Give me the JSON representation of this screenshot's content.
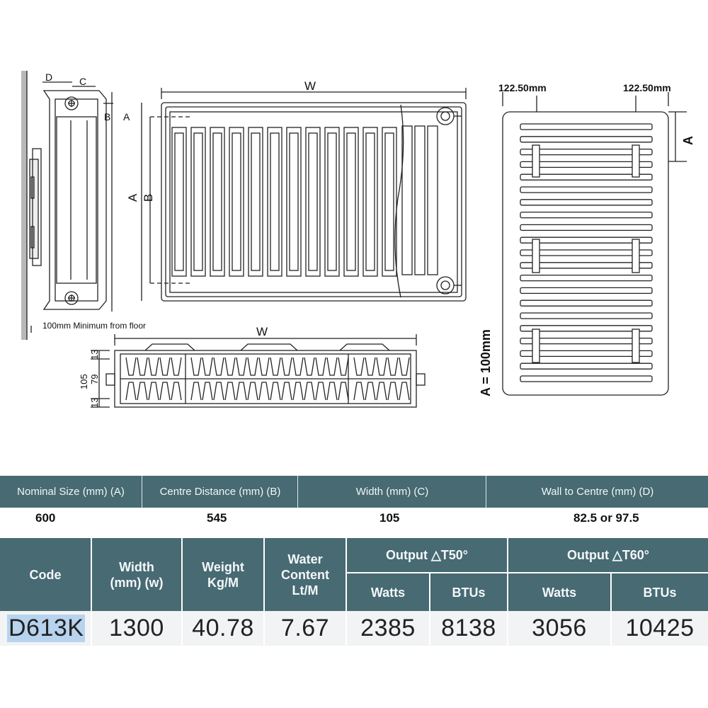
{
  "diagram": {
    "side_view": {
      "label_d": "D",
      "label_c": "C",
      "label_b": "B",
      "label_a": "A",
      "floor_note": "100mm Minimum from floor"
    },
    "front_view": {
      "label_w": "W",
      "label_a": "A",
      "label_b": "B"
    },
    "top_view": {
      "label_w": "W",
      "dim_105": "105",
      "dim_79": "79",
      "dim_13_top": "13",
      "dim_13_bottom": "13"
    },
    "bracket_view": {
      "left_offset": "122.50mm",
      "right_offset": "122.50mm",
      "label_a": "A",
      "a_note": "A = 100mm"
    }
  },
  "dimensions": {
    "headers": [
      "Nominal Size (mm) (A)",
      "Centre Distance (mm) (B)",
      "Width (mm) (C)",
      "Wall to Centre (mm) (D)"
    ],
    "values": [
      "600",
      "545",
      "105",
      "82.5 or 97.5"
    ]
  },
  "spec_table": {
    "headers": {
      "code": "Code",
      "width": "Width\n(mm) (w)",
      "weight": "Weight\nKg/M",
      "water": "Water\nContent\nLt/M",
      "output50": "Output △T50°",
      "output60": "Output △T60°",
      "watts50": "Watts",
      "btus50": "BTUs",
      "watts60": "Watts",
      "btus60": "BTUs"
    },
    "row": {
      "code": "D613K",
      "width": "1300",
      "weight": "40.78",
      "water": "7.67",
      "watts50": "2385",
      "btus50": "8138",
      "watts60": "3056",
      "btus60": "10425"
    },
    "colors": {
      "header_bg": "#476a73",
      "row_bg": "#f1f3f4",
      "highlight": "#b7d3ee"
    }
  }
}
